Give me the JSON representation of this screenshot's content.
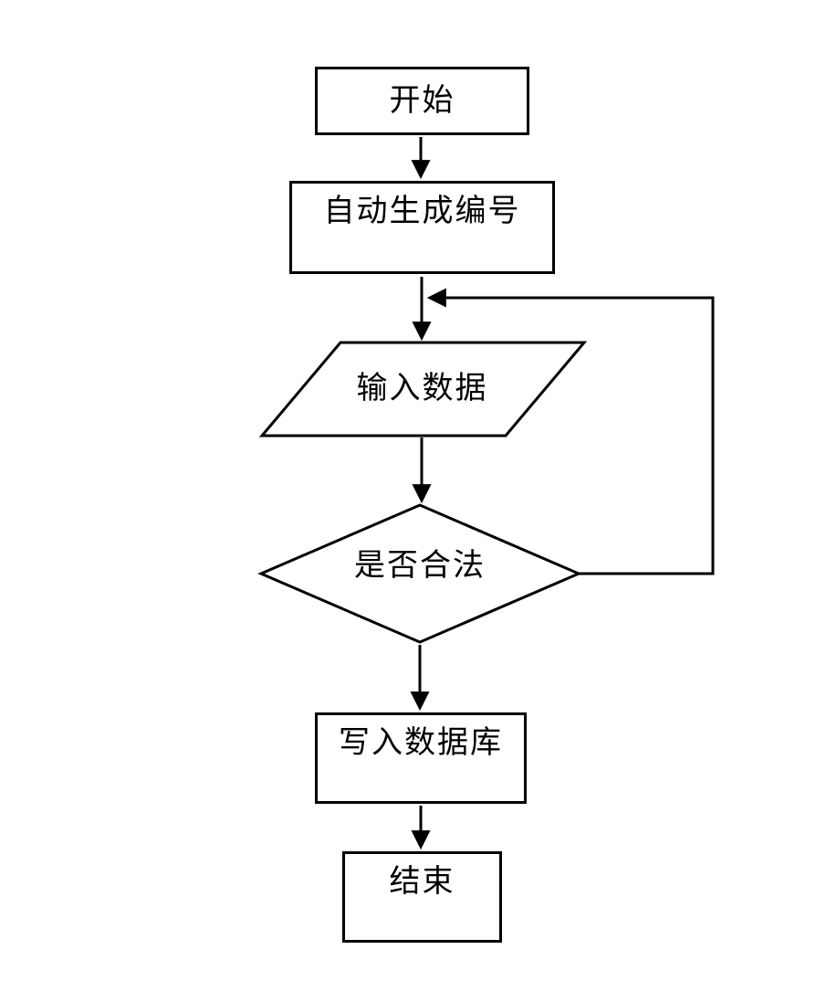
{
  "diagram": {
    "type": "flowchart",
    "background_color": "#ffffff",
    "line_color": "#000000",
    "text_color": "#000000",
    "nodes": [
      {
        "id": "start",
        "shape": "rectangle",
        "label": "开始"
      },
      {
        "id": "auto-generate-number",
        "shape": "rectangle",
        "label": "自动生成编号"
      },
      {
        "id": "input-data",
        "shape": "parallelogram",
        "label": "输入数据"
      },
      {
        "id": "validity-check",
        "shape": "diamond",
        "label": "是否合法"
      },
      {
        "id": "write-database",
        "shape": "rectangle",
        "label": "写入数据库"
      },
      {
        "id": "end",
        "shape": "rectangle",
        "label": "结束"
      }
    ],
    "edges": [
      {
        "from": "start",
        "to": "auto-generate-number"
      },
      {
        "from": "auto-generate-number",
        "to": "input-data"
      },
      {
        "from": "input-data",
        "to": "validity-check"
      },
      {
        "from": "validity-check",
        "to": "input-data",
        "route": "loop-right-side-up"
      },
      {
        "from": "validity-check",
        "to": "write-database"
      },
      {
        "from": "write-database",
        "to": "end"
      }
    ]
  }
}
